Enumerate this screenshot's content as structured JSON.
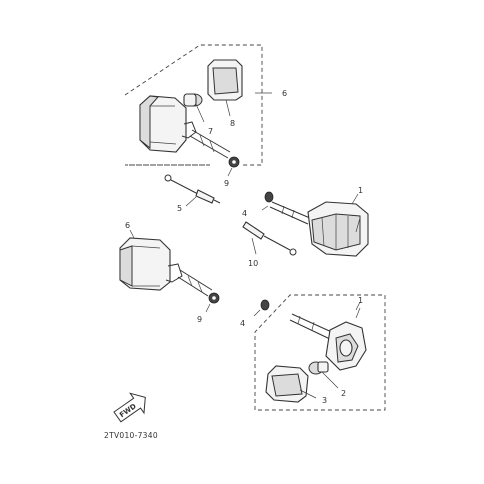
{
  "diagram": {
    "drawing_code": "2TV010-7340",
    "front_badge": "FWD",
    "callouts": {
      "c1_upper": "1",
      "c1_lower": "1",
      "c2": "2",
      "c3": "3",
      "c4_upper": "4",
      "c4_lower": "4",
      "c5": "5",
      "c6_upper": "6",
      "c6_left": "6",
      "c7": "7",
      "c8": "8",
      "c9_upper": "9",
      "c9_lower": "9",
      "c10": "10"
    }
  }
}
